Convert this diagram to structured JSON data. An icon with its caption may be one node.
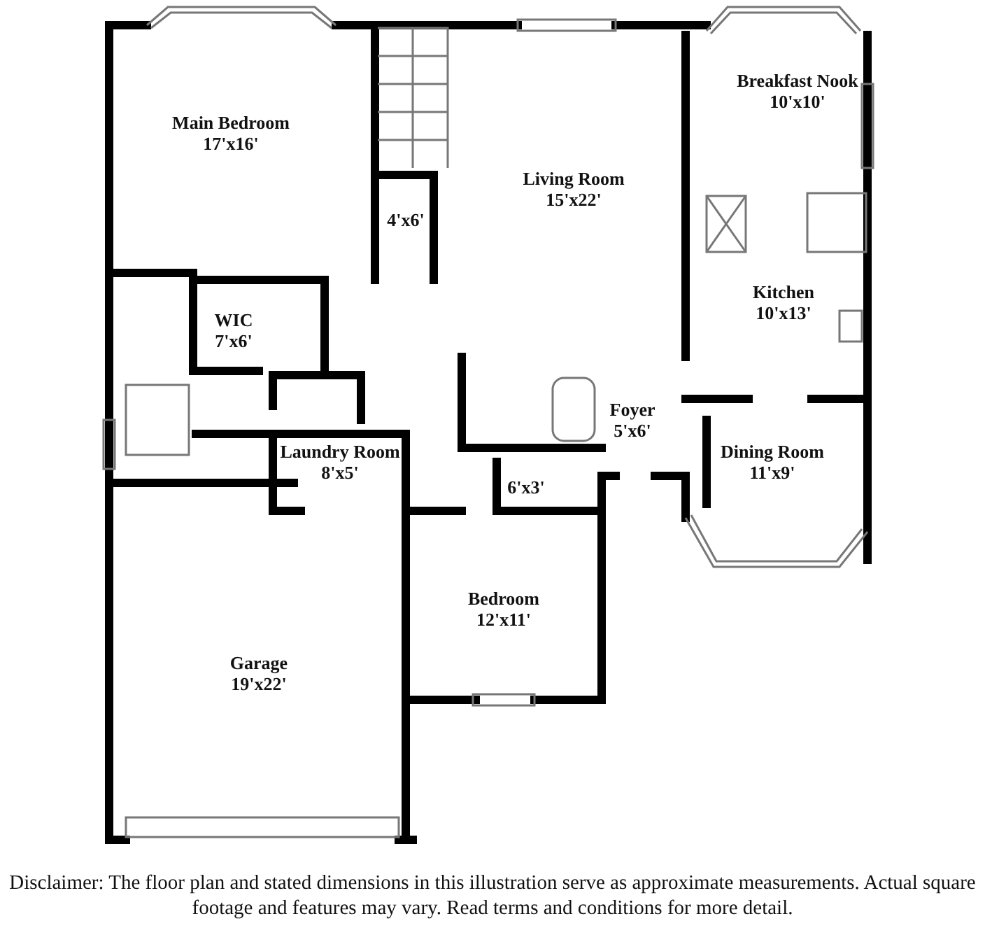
{
  "diagram": {
    "nodes": [
      {
        "text": [
          "Main Bedroom",
          "17'x16'"
        ]
      },
      {
        "text": [
          "Living Room",
          "15'x22'"
        ]
      },
      {
        "text": [
          "Breakfast Nook",
          "10'x10'"
        ]
      },
      {
        "text": [
          "4'x6'"
        ]
      },
      {
        "text": [
          "Kitchen",
          "10'x13'"
        ]
      },
      {
        "text": [
          "WIC",
          "7'x6'"
        ]
      },
      {
        "text": [
          "Foyer",
          "5'x6'"
        ]
      },
      {
        "text": [
          "Laundry Room",
          "8'x5'"
        ]
      },
      {
        "text": [
          "6'x3'"
        ]
      },
      {
        "text": [
          "Dining Room",
          "11'x9'"
        ]
      },
      {
        "text": [
          "Bedroom",
          "12'x11'"
        ]
      },
      {
        "text": [
          "Garage",
          "19'x22'"
        ]
      }
    ],
    "caption": "Disclaimer: The floor plan and stated dimensions in this illustration serve as approximate measurements. Actual square footage and features may vary. Read terms and conditions for more detail."
  }
}
